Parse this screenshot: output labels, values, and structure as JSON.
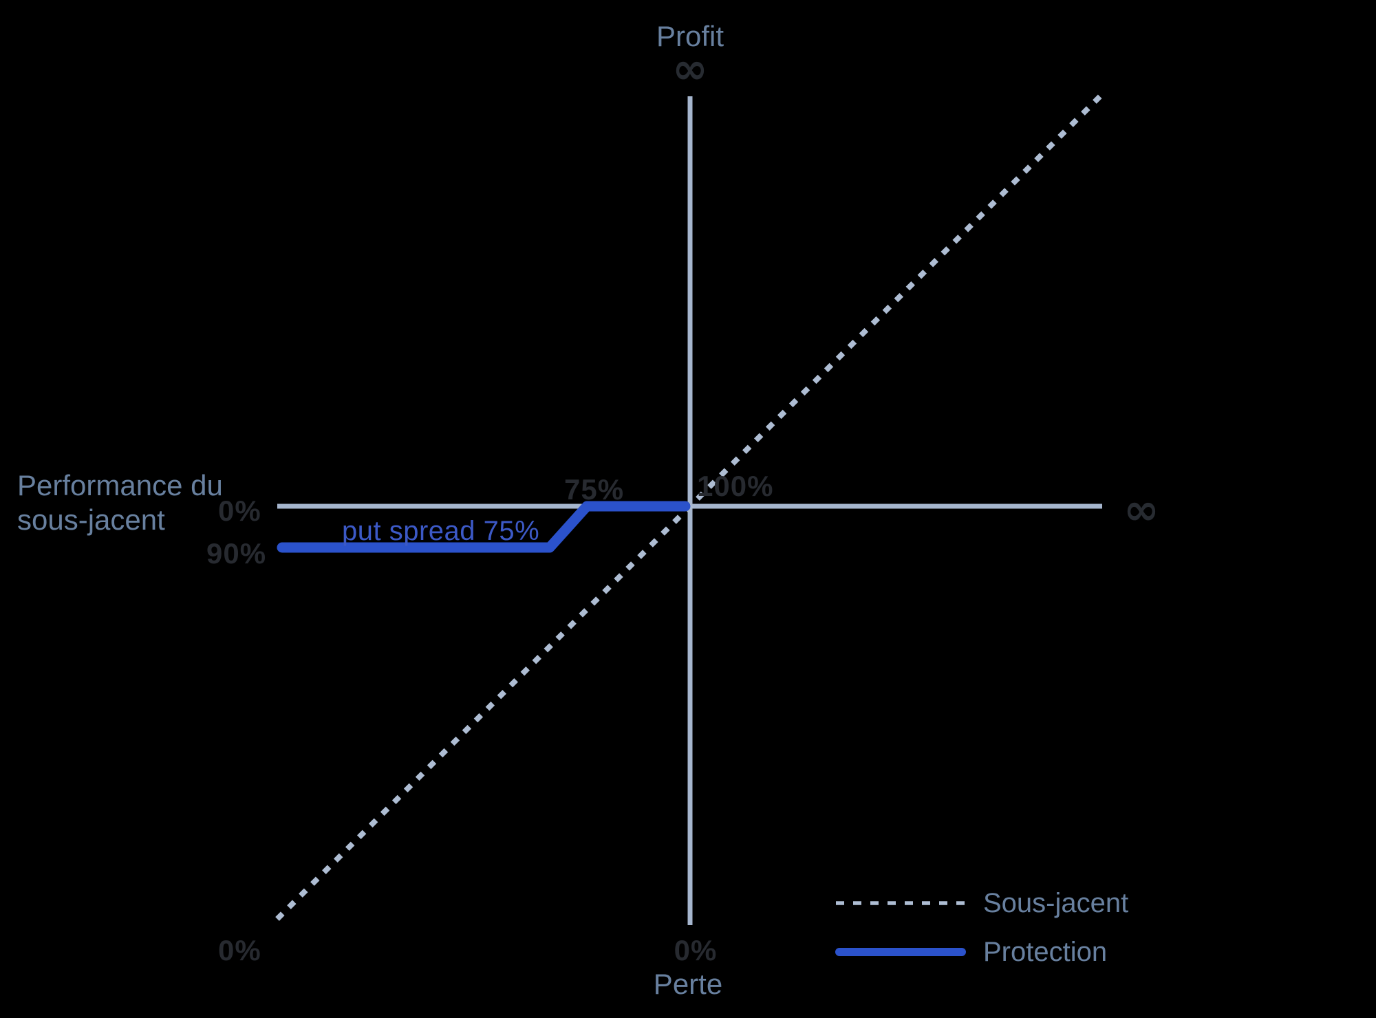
{
  "chart_data": {
    "type": "line",
    "title": "",
    "x_axis": {
      "title": "Performance du sous-jacent",
      "tick_labels": [
        "0%",
        "75%",
        "100%",
        "∞"
      ],
      "range": [
        "0%",
        "∞"
      ]
    },
    "y_axis": {
      "top_label": "Profit",
      "bottom_label": "Perte",
      "top_tick": "∞",
      "bottom_tick": "0%",
      "origin_tick": "0%",
      "floor_tick": "90%"
    },
    "grid": false,
    "legend_position": "bottom-right",
    "series": [
      {
        "name": "Sous-jacent",
        "style": "dashed",
        "color": "#aebdd3",
        "points_pct": [
          [
            0,
            0
          ],
          [
            200,
            200
          ]
        ]
      },
      {
        "name": "Protection",
        "style": "solid",
        "color": "#2b52cb",
        "points_pct": [
          [
            0,
            90
          ],
          [
            66,
            90
          ],
          [
            75,
            100
          ],
          [
            100,
            100
          ]
        ]
      }
    ],
    "annotation": {
      "text": "put spread 75%",
      "color": "#3c59c6"
    }
  },
  "labels": {
    "profit": "Profit",
    "perte": "Perte",
    "infinity_top": "∞",
    "infinity_right": "∞",
    "axis_title_line1": "Performance du",
    "axis_title_line2": "sous-jacent",
    "tick_0_left": "0%",
    "tick_90": "90%",
    "tick_75": "75%",
    "tick_100": "100%",
    "tick_0_bottom_left": "0%",
    "tick_0_bottom_center": "0%"
  },
  "legend": {
    "items": [
      {
        "label": "Sous-jacent"
      },
      {
        "label": "Protection"
      }
    ]
  },
  "colors": {
    "background": "#000000",
    "axis": "#a6b6ce",
    "dashed_line": "#aebdd3",
    "protection_line": "#2b52cb",
    "muted_label": "#68809f",
    "dark_label": "#272a30",
    "annotation_blue": "#3c59c6"
  }
}
